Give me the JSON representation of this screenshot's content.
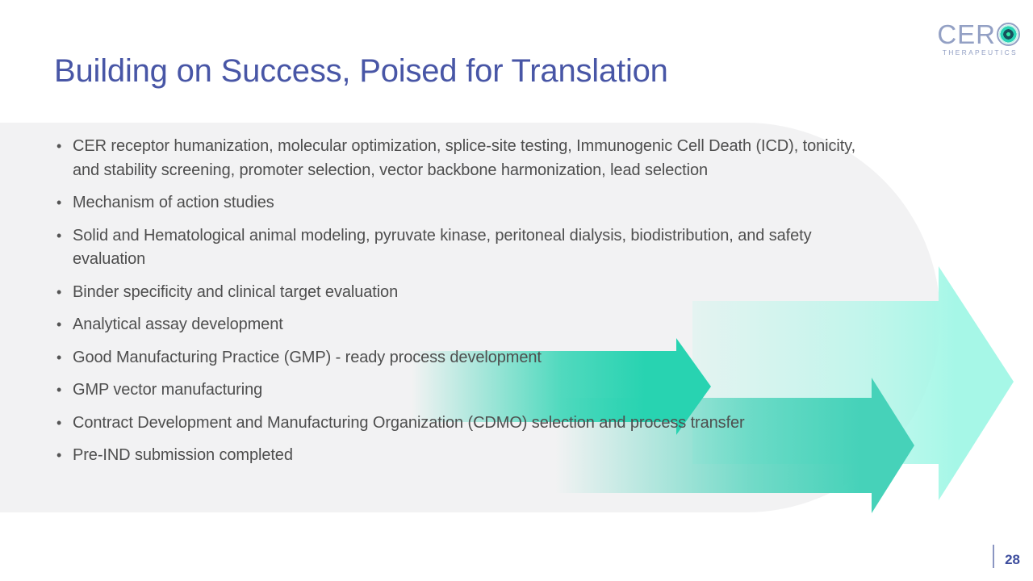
{
  "slide": {
    "title": "Building on Success, Poised for Translation",
    "page_number": "28",
    "logo": {
      "brand": "CER",
      "brand_sub": "THERAPEUTICS",
      "orb_icon": "concentric-target-cell-icon"
    },
    "bullets": [
      "CER receptor humanization, molecular optimization, splice-site testing, Immunogenic Cell Death (ICD), tonicity, and stability screening, promoter selection, vector backbone harmonization, lead selection",
      "Mechanism of action studies",
      "Solid and Hematological animal modeling, pyruvate kinase, peritoneal dialysis, biodistribution, and safety evaluation",
      "Binder specificity and clinical target evaluation",
      "Analytical assay development",
      "Good Manufacturing Practice (GMP) - ready process development",
      "GMP vector manufacturing",
      "Contract Development and Manufacturing Organization (CDMO) selection and process transfer",
      "Pre-IND submission completed"
    ],
    "graphics": {
      "arrows": [
        "forward-arrow-small",
        "forward-arrow-medium",
        "forward-arrow-large"
      ],
      "arrow_direction": "right"
    },
    "colors": {
      "title_blue": "#4856a6",
      "page_number_blue": "#3c4c9d",
      "logo_blue_gray": "#93a0c4",
      "panel_gray": "#f2f2f3",
      "body_text_gray": "#4e4e4e",
      "arrow_teal_solid": "#28d3b1",
      "arrow_teal_medium": "#46d2b9",
      "arrow_mint_light": "#a6f7e7"
    }
  }
}
